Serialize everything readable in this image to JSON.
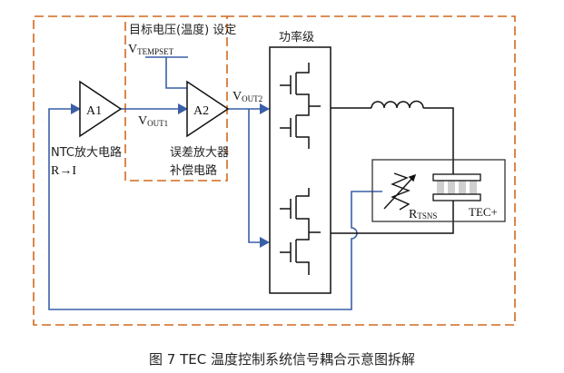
{
  "colors": {
    "dashed_box": "#d2691e",
    "signal_line": "#3a5fa8",
    "wire": "#111111",
    "tec_fill": "#cfcfcf"
  },
  "labels": {
    "setpoint_title": "目标电压(温度) 设定",
    "v_tempset_main": "V",
    "v_tempset_sub": "TEMPSET",
    "a1": "A1",
    "a2": "A2",
    "vout1_main": "V",
    "vout1_sub": "OUT1",
    "vout2_main": "V",
    "vout2_sub": "OUT2",
    "ntc_line1": "NTC放大电路",
    "ntc_line2": "R→I",
    "err_line1": "误差放大器",
    "err_line2": "补偿电路",
    "power_stage": "功率级",
    "rtsns_main": "R",
    "rtsns_sub": "TSNS",
    "tec": "TEC+"
  },
  "caption": "图 7 TEC 温度控制系统信号耦合示意图拆解"
}
